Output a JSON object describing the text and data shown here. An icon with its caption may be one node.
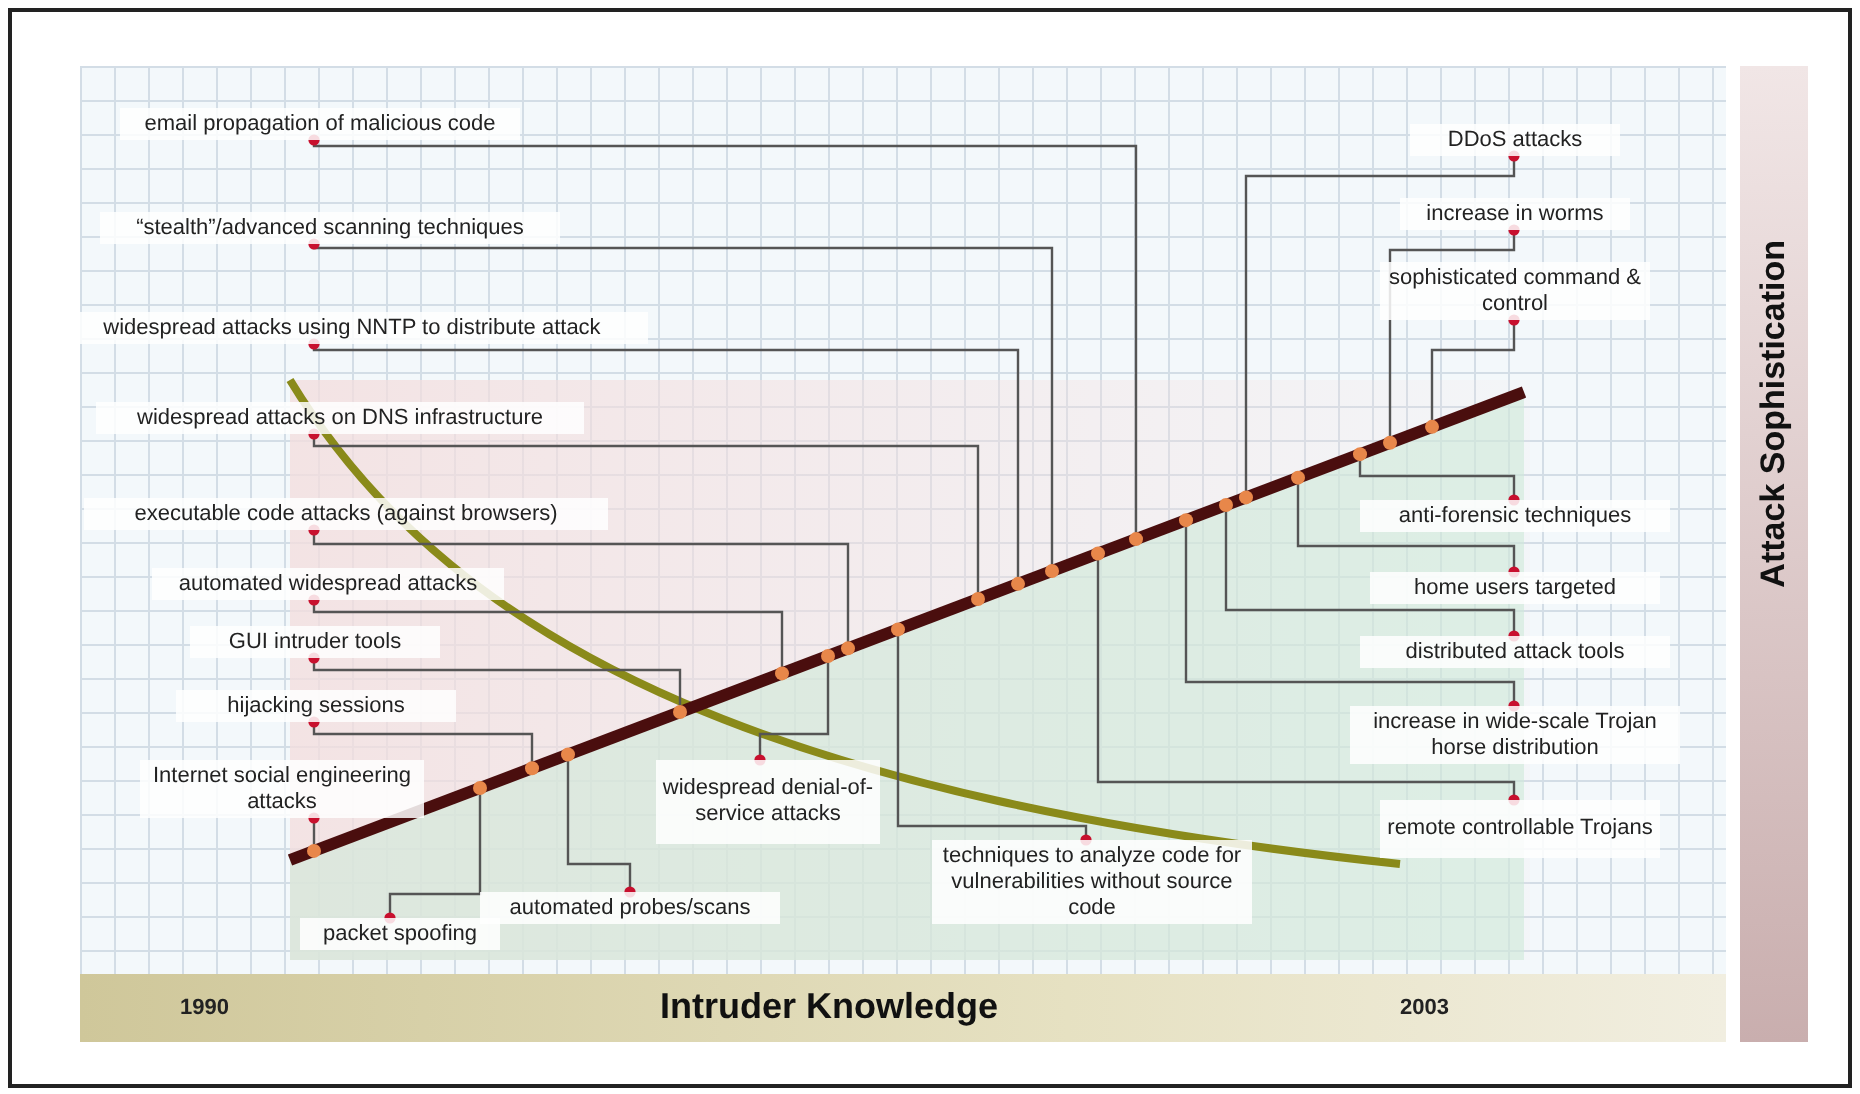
{
  "diagram": {
    "nodes": [
      {
        "text": [
          "email propagation of malicious code"
        ]
      },
      {
        "text": [
          "“stealth”/advanced scanning techniques"
        ]
      },
      {
        "text": [
          "widespread attacks using NNTP to distribute attack"
        ]
      },
      {
        "text": [
          "widespread attacks on DNS infrastructure"
        ]
      },
      {
        "text": [
          "executable code attacks (against browsers)"
        ]
      },
      {
        "text": [
          "automated widespread attacks"
        ]
      },
      {
        "text": [
          "GUI intruder tools"
        ]
      },
      {
        "text": [
          "hijacking sessions"
        ]
      },
      {
        "text": [
          "Internet social engineering attacks"
        ]
      },
      {
        "text": [
          "packet spoofing"
        ]
      },
      {
        "text": [
          "automated probes/scans"
        ]
      },
      {
        "text": [
          "widespread denial-of-service attacks"
        ]
      },
      {
        "text": [
          "techniques to analyze code for vulnerabilities without source code"
        ]
      },
      {
        "text": [
          "DDoS attacks"
        ]
      },
      {
        "text": [
          "increase in worms"
        ]
      },
      {
        "text": [
          "sophisticated command & control"
        ]
      },
      {
        "text": [
          "anti-forensic techniques"
        ]
      },
      {
        "text": [
          "home users targeted"
        ]
      },
      {
        "text": [
          "distributed attack tools"
        ]
      },
      {
        "text": [
          "increase in wide-scale Trojan horse distribution"
        ]
      },
      {
        "text": [
          "remote controllable Trojans"
        ]
      }
    ],
    "edges": [
      {
        "from": 0,
        "to": null,
        "arrow": "other"
      },
      {
        "from": 1,
        "to": null,
        "arrow": "other"
      },
      {
        "from": 2,
        "to": null,
        "arrow": "other"
      },
      {
        "from": 3,
        "to": null,
        "arrow": "other"
      },
      {
        "from": 4,
        "to": null,
        "arrow": "other"
      },
      {
        "from": 5,
        "to": null,
        "arrow": "other"
      },
      {
        "from": 6,
        "to": null,
        "arrow": "other"
      },
      {
        "from": 7,
        "to": null,
        "arrow": "other"
      },
      {
        "from": 8,
        "to": null,
        "arrow": "other"
      },
      {
        "from": 9,
        "to": null,
        "arrow": "other"
      },
      {
        "from": 10,
        "to": null,
        "arrow": "other"
      },
      {
        "from": 11,
        "to": null,
        "arrow": "other"
      },
      {
        "from": 12,
        "to": null,
        "arrow": "other"
      },
      {
        "from": 13,
        "to": null,
        "arrow": "other"
      },
      {
        "from": 14,
        "to": null,
        "arrow": "other"
      },
      {
        "from": 15,
        "to": null,
        "arrow": "other"
      },
      {
        "from": 16,
        "to": null,
        "arrow": "other"
      },
      {
        "from": 17,
        "to": null,
        "arrow": "other"
      },
      {
        "from": 18,
        "to": null,
        "arrow": "other"
      },
      {
        "from": 19,
        "to": null,
        "arrow": "other"
      },
      {
        "from": 20,
        "to": null,
        "arrow": "other"
      }
    ],
    "labels": [
      "1990",
      "Intruder Knowledge",
      "2003",
      "Attack Sophistication"
    ]
  }
}
